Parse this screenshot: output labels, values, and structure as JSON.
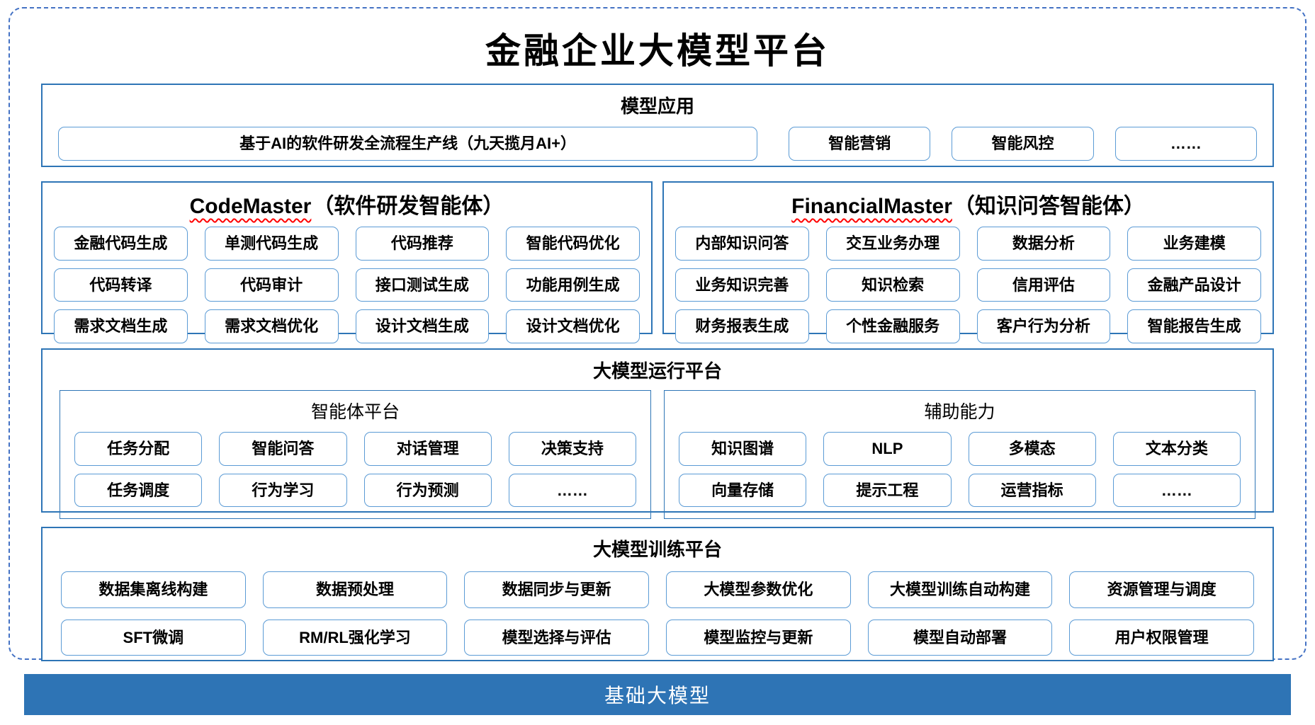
{
  "title": "金融企业大模型平台",
  "colors": {
    "frame_dashed_blue": "#4472C4",
    "section_border_blue": "#2E75B6",
    "chip_border_blue": "#5B9BD5",
    "foundation_bar_blue": "#2E74B5",
    "squiggle_red": "#FF0000"
  },
  "applications": {
    "header": "模型应用",
    "primary": "基于AI的软件研发全流程生产线（九天揽月AI+）",
    "others": [
      "智能营销",
      "智能风控",
      "……"
    ]
  },
  "code_master": {
    "title_en": "CodeMaster",
    "title_zh": "（软件研发智能体）",
    "items": [
      "金融代码生成",
      "单测代码生成",
      "代码推荐",
      "智能代码优化",
      "代码转译",
      "代码审计",
      "接口测试生成",
      "功能用例生成",
      "需求文档生成",
      "需求文档优化",
      "设计文档生成",
      "设计文档优化"
    ]
  },
  "financial_master": {
    "title_en": "FinancialMaster",
    "title_zh": "（知识问答智能体）",
    "items": [
      "内部知识问答",
      "交互业务办理",
      "数据分析",
      "业务建模",
      "业务知识完善",
      "知识检索",
      "信用评估",
      "金融产品设计",
      "财务报表生成",
      "个性金融服务",
      "客户行为分析",
      "智能报告生成"
    ]
  },
  "runtime": {
    "header": "大模型运行平台",
    "agent_platform": {
      "header": "智能体平台",
      "items": [
        "任务分配",
        "智能问答",
        "对话管理",
        "决策支持",
        "任务调度",
        "行为学习",
        "行为预测",
        "……"
      ]
    },
    "aux": {
      "header": "辅助能力",
      "items": [
        "知识图谱",
        "NLP",
        "多模态",
        "文本分类",
        "向量存储",
        "提示工程",
        "运营指标",
        "……"
      ]
    }
  },
  "training": {
    "header": "大模型训练平台",
    "items": [
      "数据集离线构建",
      "数据预处理",
      "数据同步与更新",
      "大模型参数优化",
      "大模型训练自动构建",
      "资源管理与调度",
      "SFT微调",
      "RM/RL强化学习",
      "模型选择与评估",
      "模型监控与更新",
      "模型自动部署",
      "用户权限管理"
    ]
  },
  "foundation": {
    "label": "基础大模型"
  }
}
